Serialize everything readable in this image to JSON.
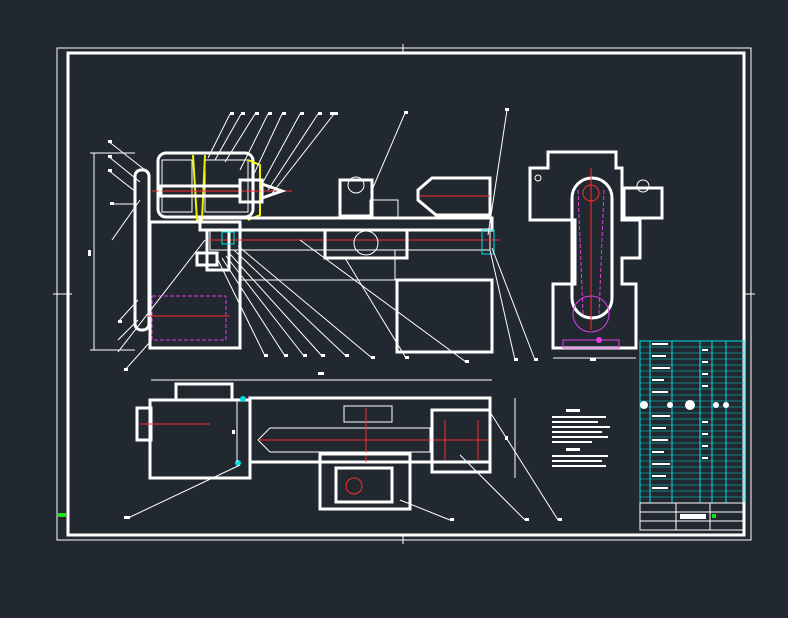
{
  "drawing": {
    "background": "#212830",
    "line_color": "#ffffff",
    "accent_colors": {
      "centerline": "#ff2a2a",
      "hidden": "#e23ce2",
      "highlight": "#f2f200",
      "table": "#00e0e0"
    },
    "views": [
      "front-view",
      "side-view",
      "top-view"
    ]
  }
}
